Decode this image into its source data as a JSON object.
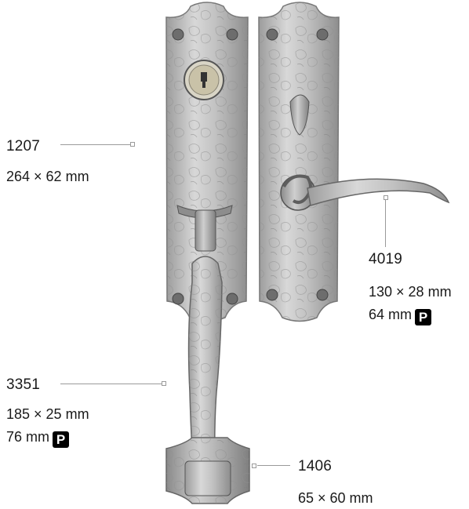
{
  "parts": {
    "plate_left": {
      "code": "1207",
      "dims": "264 × 62 mm"
    },
    "lever": {
      "code": "4019",
      "dims": "130 × 28 mm",
      "extra": "64 mm",
      "badge": "P"
    },
    "grip": {
      "code": "3351",
      "dims": "185 × 25 mm",
      "extra": "76 mm",
      "badge": "P"
    },
    "base": {
      "code": "1406",
      "dims": "65 × 60 mm"
    }
  }
}
